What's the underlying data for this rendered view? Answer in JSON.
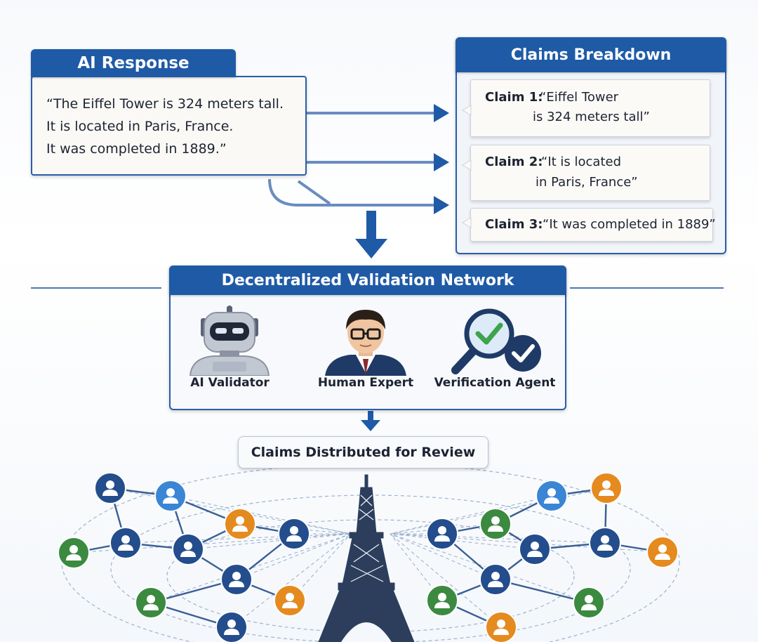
{
  "ai_response": {
    "title": "AI Response",
    "lines": [
      "“The Eiffel Tower is 324 meters tall.",
      "It is located in Paris, France.",
      "It was completed in 1889.”"
    ]
  },
  "claims_breakdown": {
    "title": "Claims Breakdown",
    "claims": [
      {
        "label": "Claim 1:",
        "line1": "“Eiffel Tower",
        "line2": "is 324 meters tall”"
      },
      {
        "label": "Claim 2:",
        "line1": "“It is located",
        "line2": "in Paris, France”"
      },
      {
        "label": "Claim 3:",
        "line1": "“It was completed in 1889”"
      }
    ]
  },
  "validation_network": {
    "title": "Decentralized Validation Network",
    "validators": [
      {
        "label": "AI Validator",
        "icon": "robot-icon"
      },
      {
        "label": "Human Expert",
        "icon": "person-with-glasses-icon"
      },
      {
        "label": "Verification Agent",
        "icon": "magnifier-check-icon"
      }
    ]
  },
  "distribution": {
    "label": "Claims Distributed for Review",
    "center_icon": "eiffel-tower-icon",
    "node_icon": "user-node-icon"
  },
  "colors": {
    "primary_blue": "#1f5aa6",
    "node_navy": "#234d8c",
    "node_blue": "#3a86d4",
    "node_orange": "#e58a1f",
    "node_green": "#3b8a3f",
    "check_green": "#3fa34d"
  }
}
